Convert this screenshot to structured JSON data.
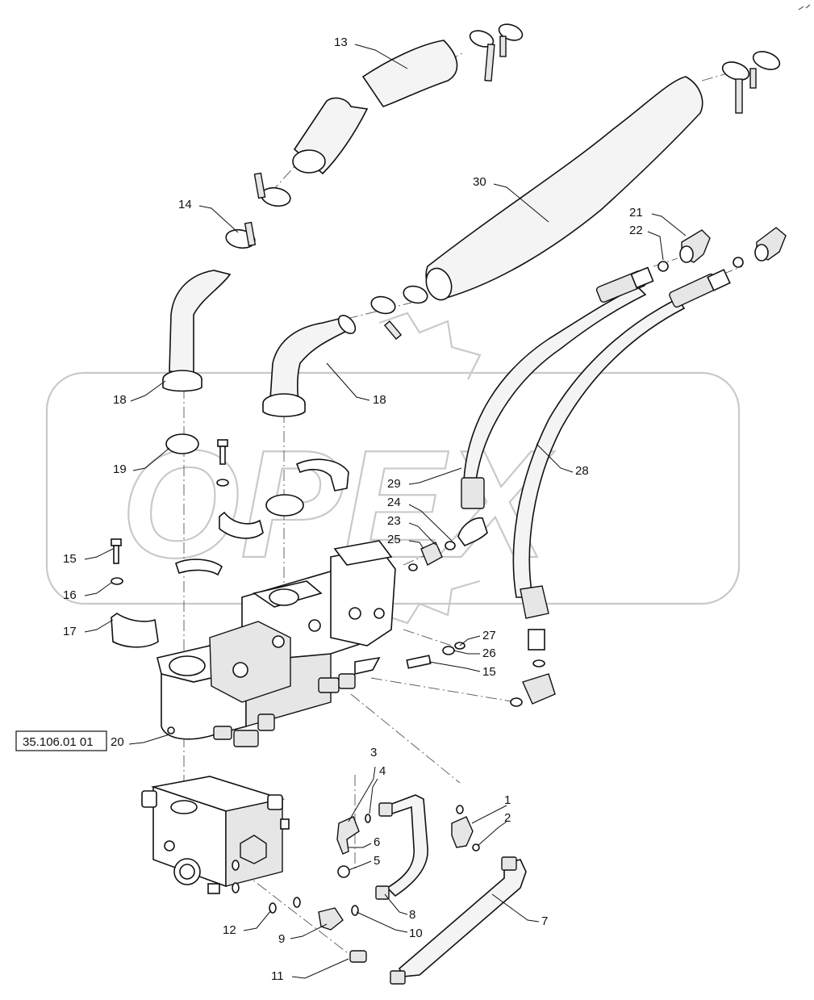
{
  "diagram": {
    "watermark_text": "OPEX",
    "reference_box": "35.106.01 01",
    "callouts": [
      {
        "id": "c1",
        "text": "1"
      },
      {
        "id": "c2",
        "text": "2"
      },
      {
        "id": "c3",
        "text": "3"
      },
      {
        "id": "c4",
        "text": "4"
      },
      {
        "id": "c5",
        "text": "5"
      },
      {
        "id": "c6",
        "text": "6"
      },
      {
        "id": "c7",
        "text": "7"
      },
      {
        "id": "c8",
        "text": "8"
      },
      {
        "id": "c9",
        "text": "9"
      },
      {
        "id": "c10",
        "text": "10"
      },
      {
        "id": "c11",
        "text": "11"
      },
      {
        "id": "c12",
        "text": "12"
      },
      {
        "id": "c13",
        "text": "13"
      },
      {
        "id": "c14",
        "text": "14"
      },
      {
        "id": "c15a",
        "text": "15"
      },
      {
        "id": "c15b",
        "text": "15"
      },
      {
        "id": "c16",
        "text": "16"
      },
      {
        "id": "c17",
        "text": "17"
      },
      {
        "id": "c18a",
        "text": "18"
      },
      {
        "id": "c18b",
        "text": "18"
      },
      {
        "id": "c19",
        "text": "19"
      },
      {
        "id": "c20",
        "text": "20"
      },
      {
        "id": "c21",
        "text": "21"
      },
      {
        "id": "c22",
        "text": "22"
      },
      {
        "id": "c23",
        "text": "23"
      },
      {
        "id": "c24",
        "text": "24"
      },
      {
        "id": "c25",
        "text": "25"
      },
      {
        "id": "c26",
        "text": "26"
      },
      {
        "id": "c27",
        "text": "27"
      },
      {
        "id": "c28",
        "text": "28"
      },
      {
        "id": "c29",
        "text": "29"
      },
      {
        "id": "c30",
        "text": "30"
      }
    ]
  }
}
